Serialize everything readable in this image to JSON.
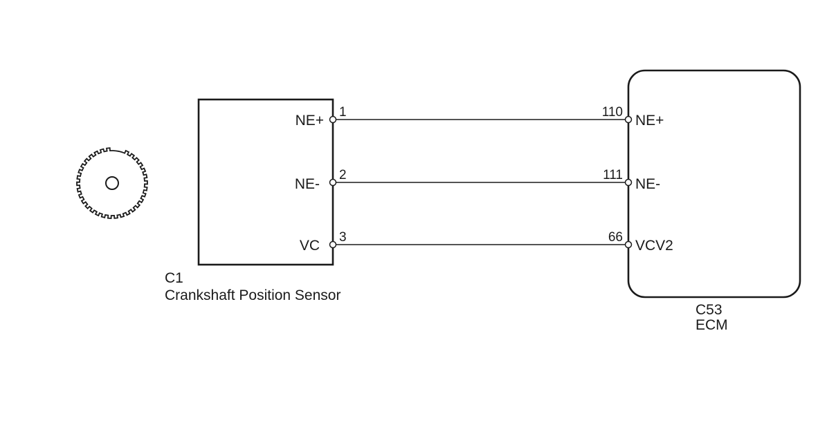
{
  "sensor": {
    "connector": "C1",
    "name": "Crankshaft Position Sensor",
    "pins": [
      {
        "num": "1",
        "label": "NE+"
      },
      {
        "num": "2",
        "label": "NE-"
      },
      {
        "num": "3",
        "label": "VC"
      }
    ]
  },
  "ecm": {
    "connector": "C53",
    "name": "ECM",
    "pins": [
      {
        "num": "110",
        "label": "NE+"
      },
      {
        "num": "111",
        "label": "NE-"
      },
      {
        "num": "66",
        "label": "VCV2"
      }
    ]
  }
}
